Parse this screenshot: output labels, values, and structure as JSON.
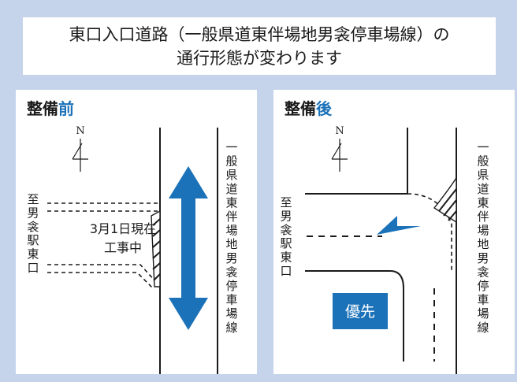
{
  "title": {
    "line1": "東口入口道路（一般県道東伴場地男衾停車場線）の",
    "line2": "通行形態が変わります"
  },
  "before": {
    "heading_plain": "整備",
    "heading_accent": "前",
    "north": "N",
    "side_label": "至男衾駅東口",
    "road_label": "一般県道東伴場地男衾停車場線",
    "notice_line1": "3月1日現在",
    "notice_line2": "工事中"
  },
  "after": {
    "heading_plain": "整備",
    "heading_accent": "後",
    "north": "N",
    "side_label": "至男衾駅東口",
    "road_label": "一般県道東伴場地男衾停車場線",
    "priority": "優先"
  },
  "colors": {
    "background": "#c5d4ea",
    "accent": "#1b72b8",
    "panel": "#ffffff",
    "line": "#1a1a1a"
  }
}
